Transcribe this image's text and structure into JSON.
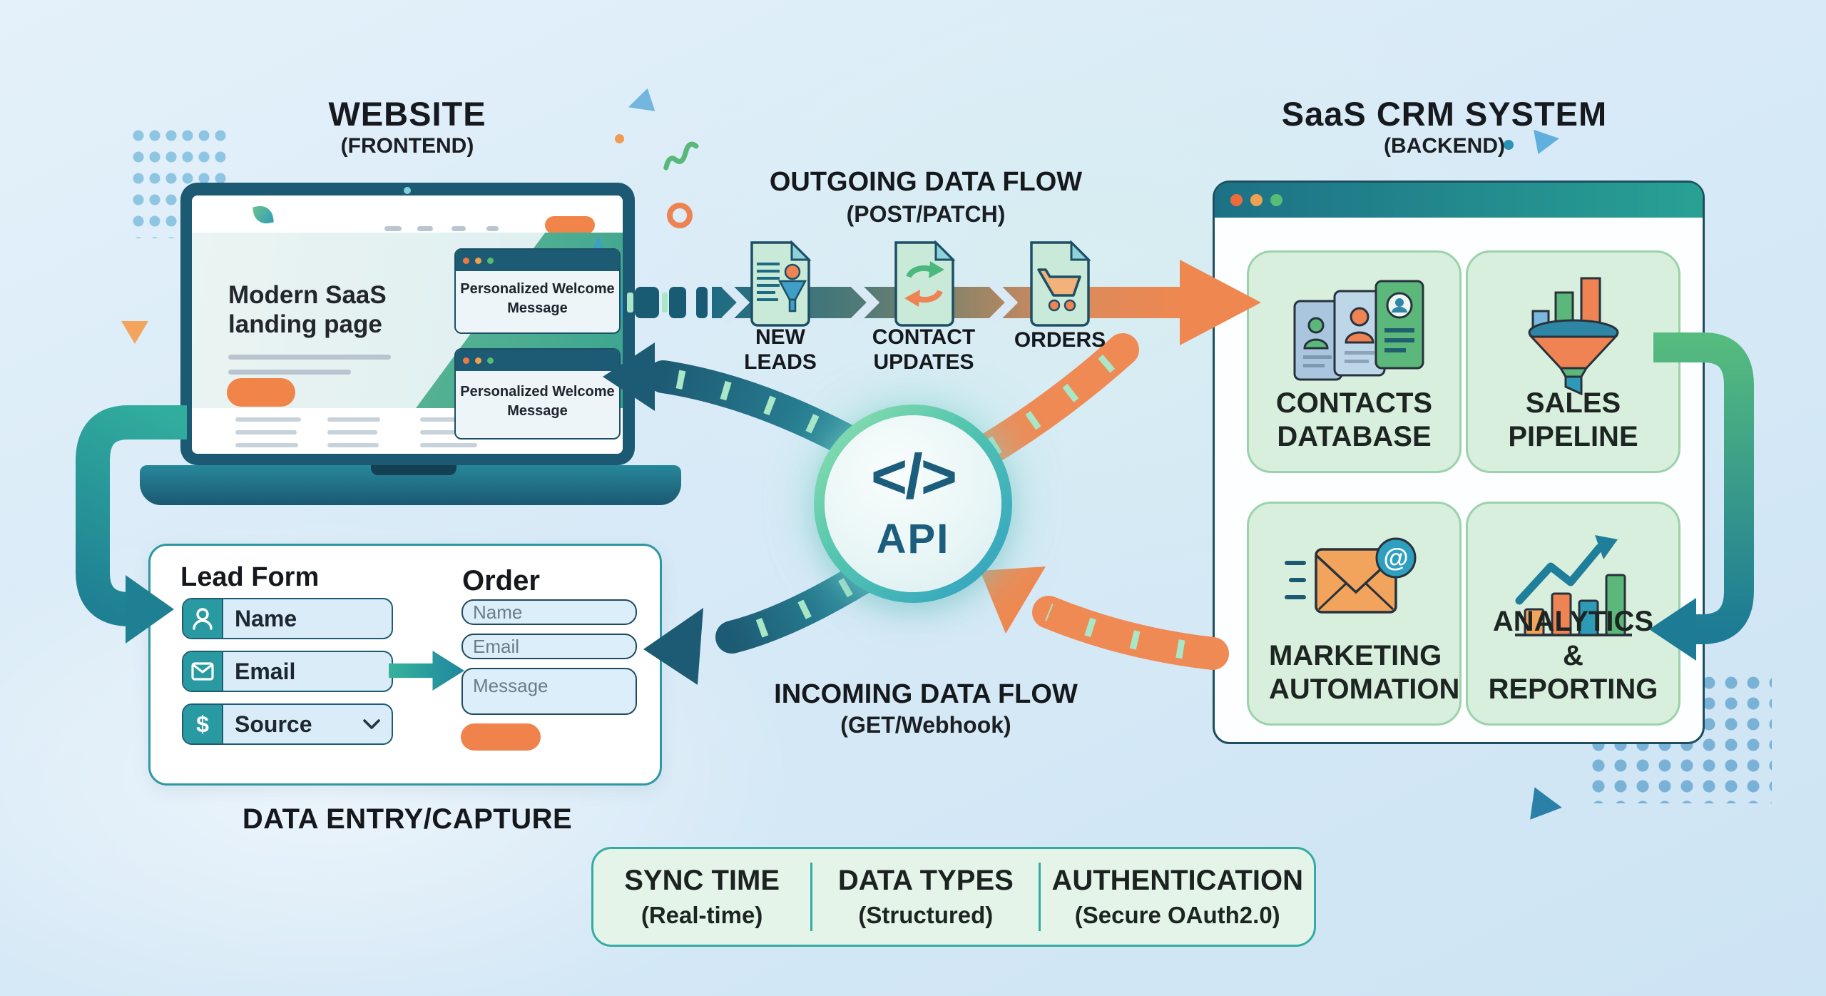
{
  "website": {
    "title": "WEBSITE",
    "subtitle": "(FRONTEND)",
    "browser": {
      "heading": "Modern SaaS landing page",
      "popups": [
        {
          "text": "Personalized Welcome Message"
        },
        {
          "text": "Personalized Welcome Message"
        }
      ]
    },
    "caption": "DATA ENTRY/CAPTURE"
  },
  "outgoing_flow": {
    "title": "OUTGOING DATA FLOW",
    "subtitle": "(POST/PATCH)",
    "steps": [
      {
        "label": "NEW LEADS",
        "icon": "lead-document-icon"
      },
      {
        "label": "CONTACT UPDATES",
        "icon": "sync-document-icon"
      },
      {
        "label": "ORDERS",
        "icon": "cart-document-icon"
      }
    ]
  },
  "incoming_flow": {
    "title": "INCOMING DATA FLOW",
    "subtitle": "(GET/Webhook)"
  },
  "api_hub": {
    "code_glyph": "</>",
    "label": "API"
  },
  "crm": {
    "title": "SaaS CRM SYSTEM",
    "subtitle": "(BACKEND)",
    "modules": [
      {
        "label": "CONTACTS DATABASE",
        "icon": "contact-cards-icon"
      },
      {
        "label": "SALES PIPELINE",
        "icon": "funnel-chart-icon"
      },
      {
        "label": "MARKETING AUTOMATION",
        "icon": "email-at-icon"
      },
      {
        "label": "ANALYTICS & REPORTING",
        "icon": "bar-chart-growth-icon"
      }
    ]
  },
  "lead_form": {
    "title": "Lead Form",
    "fields": [
      {
        "label": "Name",
        "icon": "person-icon"
      },
      {
        "label": "Email",
        "icon": "envelope-icon"
      },
      {
        "label": "Source",
        "icon": "dollar-icon",
        "has_dropdown": true
      }
    ]
  },
  "order_form": {
    "title": "Order",
    "fields": [
      {
        "placeholder": "Name"
      },
      {
        "placeholder": "Email"
      },
      {
        "placeholder": "Message"
      }
    ]
  },
  "spec_bar": {
    "items": [
      {
        "title": "SYNC TIME",
        "subtitle": "(Real-time)"
      },
      {
        "title": "DATA TYPES",
        "subtitle": "(Structured)"
      },
      {
        "title": "AUTHENTICATION",
        "subtitle": "(Secure OAuth2.0)"
      }
    ]
  },
  "colors": {
    "background": "#d8eaf7",
    "dark_teal": "#1c5a74",
    "teal": "#2a9aa2",
    "green": "#5cb87a",
    "orange": "#f0824c",
    "mint_card": "#d9efdd",
    "mint_tick": "#a9e7c6",
    "spec_bar_bg": "#e4f4e8",
    "spec_bar_border": "#35aca1"
  }
}
